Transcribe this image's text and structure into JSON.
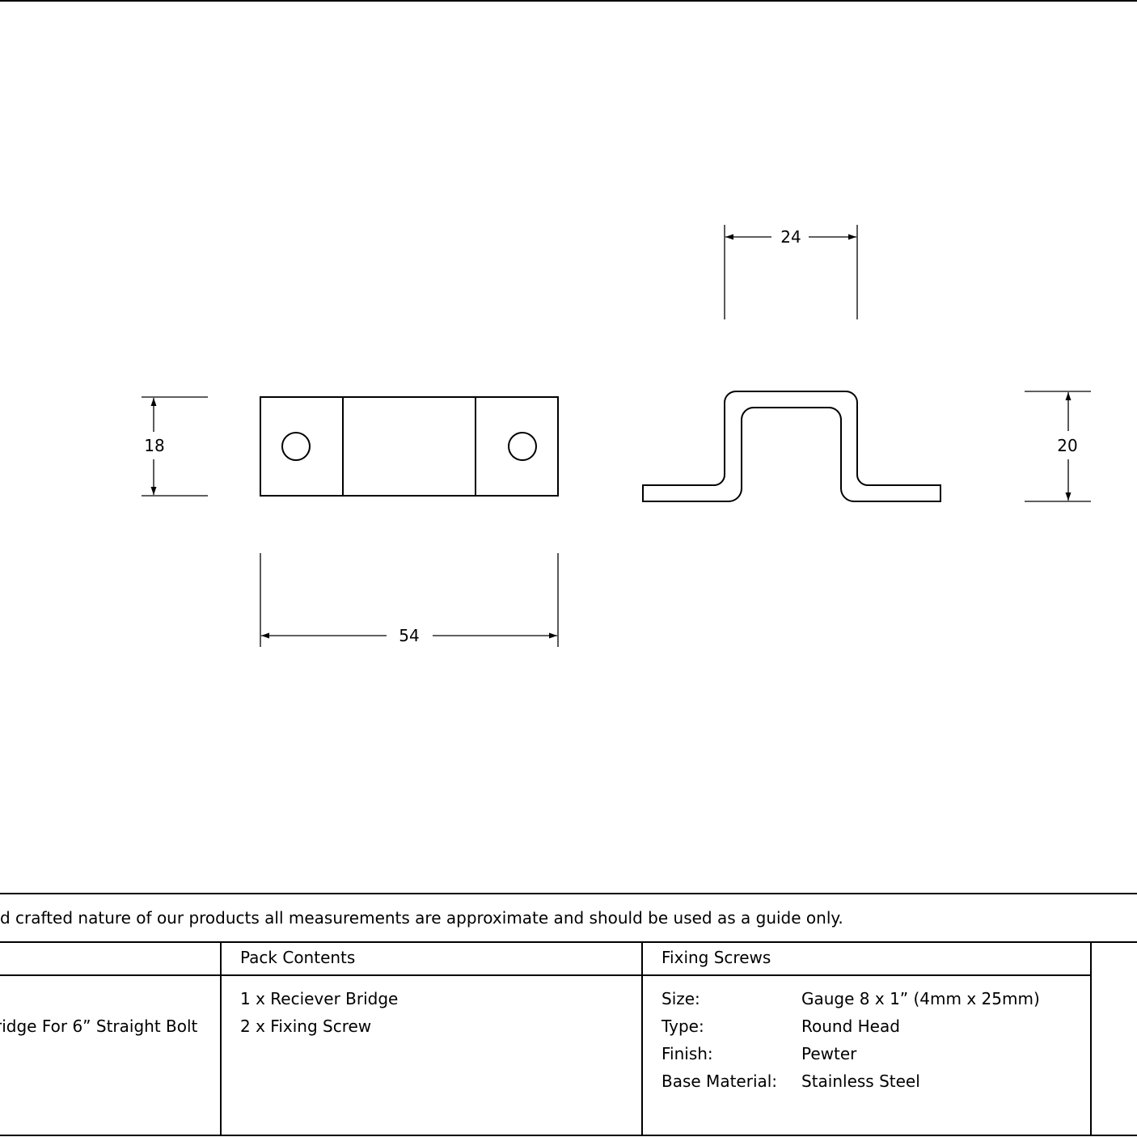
{
  "dimensions": {
    "top_width": "24",
    "left_height": "18",
    "right_height": "20",
    "bottom_length": "54"
  },
  "disclaimer": "d crafted nature of our products all measurements are approximate and should be used as a guide only.",
  "table": {
    "product_cell": "ridge For 6” Straight Bolt",
    "pack_contents": {
      "header": "Pack Contents",
      "items": [
        "1 x Reciever Bridge",
        "2 x Fixing Screw"
      ]
    },
    "fixing_screws": {
      "header": "Fixing Screws",
      "rows": [
        {
          "label": "Size:",
          "value": "Gauge 8 x 1” (4mm x 25mm)"
        },
        {
          "label": "Type:",
          "value": "Round Head"
        },
        {
          "label": "Finish:",
          "value": "Pewter"
        },
        {
          "label": "Base Material:",
          "value": "Stainless Steel"
        }
      ]
    }
  }
}
